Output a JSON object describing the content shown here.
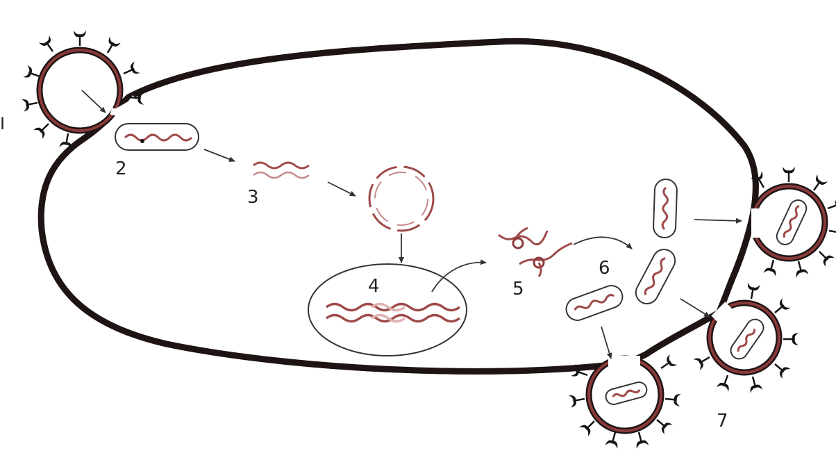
{
  "diagram": {
    "left_edge_mark": "I",
    "steps": [
      {
        "id": "step-2",
        "label": "2"
      },
      {
        "id": "step-3",
        "label": "3"
      },
      {
        "id": "step-4",
        "label": "4"
      },
      {
        "id": "step-5",
        "label": "5"
      },
      {
        "id": "step-6",
        "label": "6"
      },
      {
        "id": "step-7",
        "label": "7"
      }
    ],
    "colors": {
      "membrane_outer": "#1e1414",
      "membrane_inner": "#8b3a3a",
      "rna_strand": "#9e4a4a",
      "spike": "#151515",
      "line": "#333333",
      "background": "#ffffff"
    }
  }
}
